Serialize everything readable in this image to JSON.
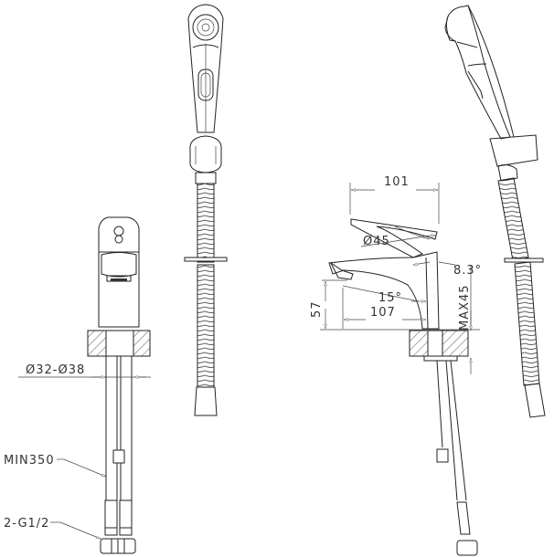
{
  "drawing": {
    "title": "Basin mixer with bidet hand shower - dimension drawing",
    "views": [
      "front-view-faucet",
      "hand-shower-front",
      "side-view-faucet",
      "hand-shower-side"
    ]
  },
  "front_view": {
    "hole_diameter_label": "Ø32-Ø38",
    "hose_length_label": "MIN350",
    "connection_label": "2-G1/2"
  },
  "side_view": {
    "reach_top_label": "101",
    "lever_diameter_label": "Ø45",
    "lever_angle_label": "8.3°",
    "spout_angle_label": "15°",
    "spout_reach_label": "107",
    "spout_height_label": "57",
    "max_deck_label": "MAX45"
  },
  "colors": {
    "line": "#222222",
    "background": "#ffffff"
  }
}
